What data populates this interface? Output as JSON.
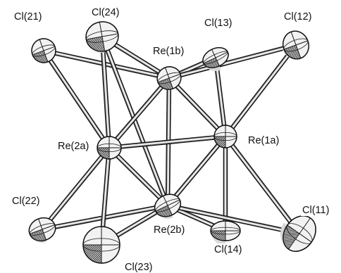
{
  "atoms": [
    {
      "id": "Cl21",
      "label": "Cl(21)"
    },
    {
      "id": "Cl24",
      "label": "Cl(24)"
    },
    {
      "id": "Cl13",
      "label": "Cl(13)"
    },
    {
      "id": "Cl12",
      "label": "Cl(12)"
    },
    {
      "id": "Re1b",
      "label": "Re(1b)"
    },
    {
      "id": "Re2a",
      "label": "Re(2a)"
    },
    {
      "id": "Re1a",
      "label": "Re(1a)"
    },
    {
      "id": "Cl22",
      "label": "Cl(22)"
    },
    {
      "id": "Re2b",
      "label": "Re(2b)"
    },
    {
      "id": "Cl11",
      "label": "Cl(11)"
    },
    {
      "id": "Cl14",
      "label": "Cl(14)"
    },
    {
      "id": "Cl23",
      "label": "Cl(23)"
    }
  ],
  "bonds": [
    [
      "Cl21",
      "Re1b"
    ],
    [
      "Cl21",
      "Re2a"
    ],
    [
      "Cl24",
      "Re1b"
    ],
    [
      "Cl24",
      "Re2a"
    ],
    [
      "Cl24",
      "Re2b"
    ],
    [
      "Cl13",
      "Re1b"
    ],
    [
      "Cl13",
      "Re1a"
    ],
    [
      "Cl12",
      "Re1b"
    ],
    [
      "Cl12",
      "Re1a"
    ],
    [
      "Re1b",
      "Re2a"
    ],
    [
      "Re1b",
      "Re1a"
    ],
    [
      "Re1b",
      "Re2b"
    ],
    [
      "Re2a",
      "Re1a"
    ],
    [
      "Re2a",
      "Re2b"
    ],
    [
      "Re1a",
      "Re2b"
    ],
    [
      "Cl22",
      "Re2a"
    ],
    [
      "Cl22",
      "Re2b"
    ],
    [
      "Cl23",
      "Re2a"
    ],
    [
      "Cl23",
      "Re2b"
    ],
    [
      "Cl14",
      "Re1a"
    ],
    [
      "Cl14",
      "Re2b"
    ],
    [
      "Cl11",
      "Re1a"
    ],
    [
      "Cl11",
      "Re2b"
    ]
  ]
}
